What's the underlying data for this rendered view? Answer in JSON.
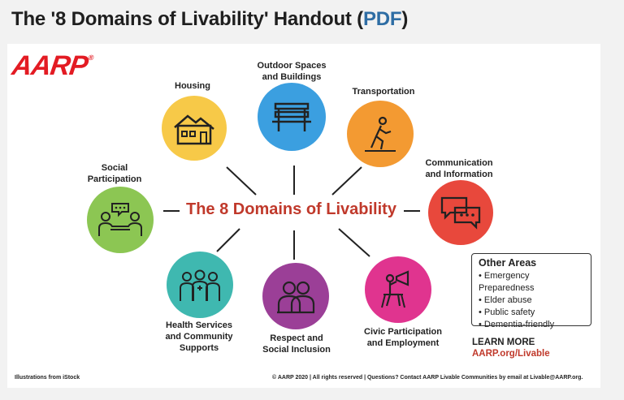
{
  "page": {
    "title_prefix": "The '8 Domains of Livability' Handout (",
    "title_link": "PDF",
    "title_suffix": ")"
  },
  "handout": {
    "logo": "AARP",
    "logo_mark": "®",
    "center_title": "The 8 Domains of Livability",
    "domains": {
      "housing": "Housing",
      "outdoor": "Outdoor Spaces\nand Buildings",
      "transportation": "Transportation",
      "communication": "Communication\nand Information",
      "civic": "Civic Participation\nand Employment",
      "respect": "Respect and\nSocial Inclusion",
      "health": "Health Services\nand Community\nSupports",
      "social": "Social\nParticipation"
    },
    "colors": {
      "housing": "#f7c948",
      "outdoor": "#3b9fe0",
      "transportation": "#f39a32",
      "communication": "#e8483c",
      "civic": "#e0348f",
      "respect": "#9b3f97",
      "health": "#3fb8b0",
      "social": "#8cc653",
      "accent_red": "#c0392b"
    },
    "other_areas": {
      "title": "Other Areas",
      "items": [
        "Emergency Preparedness",
        "Elder abuse",
        "Public safety",
        "Dementia-friendly"
      ]
    },
    "learn_more": {
      "label": "LEARN MORE",
      "link": "AARP.org/Livable"
    },
    "footer": {
      "credit": "Illustrations from iStock",
      "copyright": "© AARP 2020 | All rights reserved | Questions? Contact AARP Livable Communities by email at Livable@AARP.org."
    }
  }
}
